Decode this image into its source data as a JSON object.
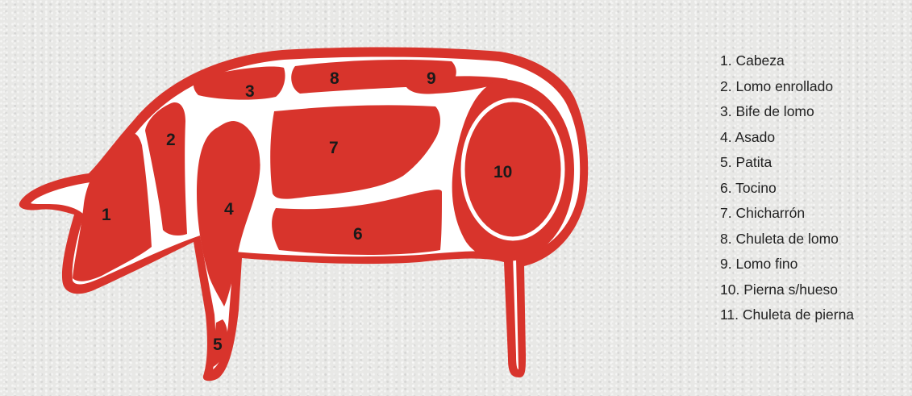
{
  "diagram": {
    "colors": {
      "meat": "#d8342c",
      "fat": "#ffffff",
      "background": "#e8e8e6"
    },
    "cut_numbers": [
      "1",
      "2",
      "3",
      "4",
      "5",
      "6",
      "7",
      "8",
      "9",
      "10"
    ],
    "legend": [
      "1. Cabeza",
      "2. Lomo enrollado",
      "3. Bife de lomo",
      "4. Asado",
      "5. Patita",
      "6. Tocino",
      "7. Chicharrón",
      "8. Chuleta de lomo",
      "9. Lomo fino",
      "10. Pierna s/hueso",
      "11. Chuleta de pierna"
    ]
  }
}
